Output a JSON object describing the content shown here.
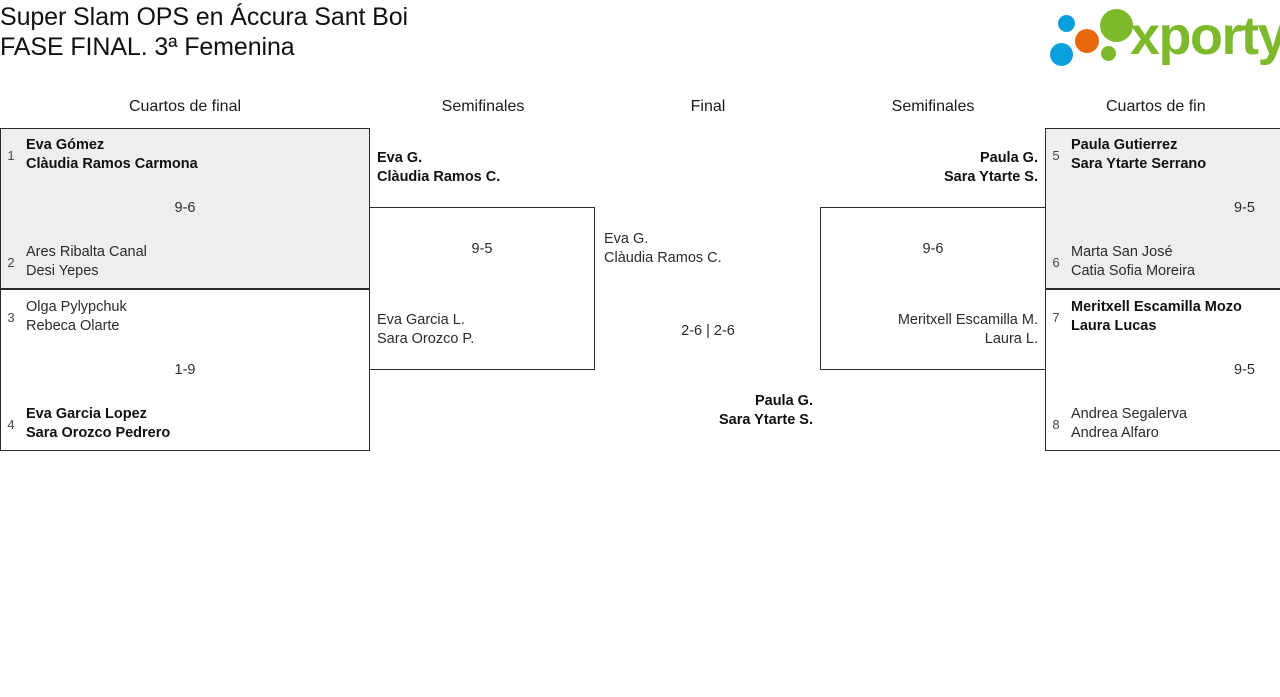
{
  "header": {
    "title_line1": "Super Slam OPS en Áccura Sant Boi",
    "title_line2": "FASE FINAL. 3ª Femenina",
    "logo": {
      "wordmark": "xporty",
      "dots": [
        {
          "name": "blue-top-dot",
          "color": "#0aa0de"
        },
        {
          "name": "blue-bottom-dot",
          "color": "#0aa0de"
        },
        {
          "name": "orange-dot",
          "color": "#e8690b"
        },
        {
          "name": "green-large-dot",
          "color": "#7dba2b"
        },
        {
          "name": "green-small-dot",
          "color": "#7dba2b"
        }
      ],
      "wordmark_color": "#7dba2b"
    }
  },
  "rounds": {
    "left_quarters": "Cuartos de final",
    "left_semis": "Semifinales",
    "final": "Final",
    "right_semis": "Semifinales",
    "right_quarters": "Cuartos de fin"
  },
  "bracket": {
    "left_quarterfinals": [
      {
        "score": "9-6",
        "shaded": true,
        "top": {
          "seed": "1",
          "player1": "Eva Gómez",
          "player2": "Clàudia Ramos Carmona",
          "winner": true
        },
        "bottom": {
          "seed": "2",
          "player1": "Ares Ribalta Canal",
          "player2": "Desi Yepes",
          "winner": false
        }
      },
      {
        "score": "1-9",
        "shaded": false,
        "top": {
          "seed": "3",
          "player1": "Olga Pylypchuk",
          "player2": "Rebeca Olarte",
          "winner": false
        },
        "bottom": {
          "seed": "4",
          "player1": "Eva Garcia Lopez",
          "player2": "Sara Orozco Pedrero",
          "winner": true
        }
      }
    ],
    "left_semifinal": {
      "score": "9-5",
      "top": {
        "player1": "Eva G.",
        "player2": "Clàudia Ramos C.",
        "winner": true
      },
      "bottom": {
        "player1": "Eva Garcia L.",
        "player2": "Sara Orozco P.",
        "winner": false
      }
    },
    "final": {
      "score": "2-6 | 2-6",
      "left": {
        "player1": "Eva G.",
        "player2": "Clàudia Ramos C.",
        "winner": false
      },
      "right": {
        "player1": "Paula G.",
        "player2": "Sara Ytarte S.",
        "winner": true
      }
    },
    "right_semifinal": {
      "score": "9-6",
      "top": {
        "player1": "Paula G.",
        "player2": "Sara Ytarte S.",
        "winner": true
      },
      "bottom": {
        "player1": "Meritxell Escamilla M.",
        "player2": "Laura L.",
        "winner": false
      }
    },
    "right_quarterfinals": [
      {
        "score": "9-5",
        "shaded": true,
        "top": {
          "seed": "5",
          "player1": "Paula Gutierrez",
          "player2": "Sara Ytarte Serrano",
          "winner": true
        },
        "bottom": {
          "seed": "6",
          "player1": "Marta San José",
          "player2": "Catia Sofia Moreira",
          "winner": false
        }
      },
      {
        "score": "9-5",
        "shaded": false,
        "top": {
          "seed": "7",
          "player1": "Meritxell Escamilla Mozo",
          "player2": "Laura Lucas",
          "winner": true
        },
        "bottom": {
          "seed": "8",
          "player1": "Andrea Segalerva",
          "player2": "Andrea Alfaro",
          "winner": false
        }
      }
    ]
  }
}
